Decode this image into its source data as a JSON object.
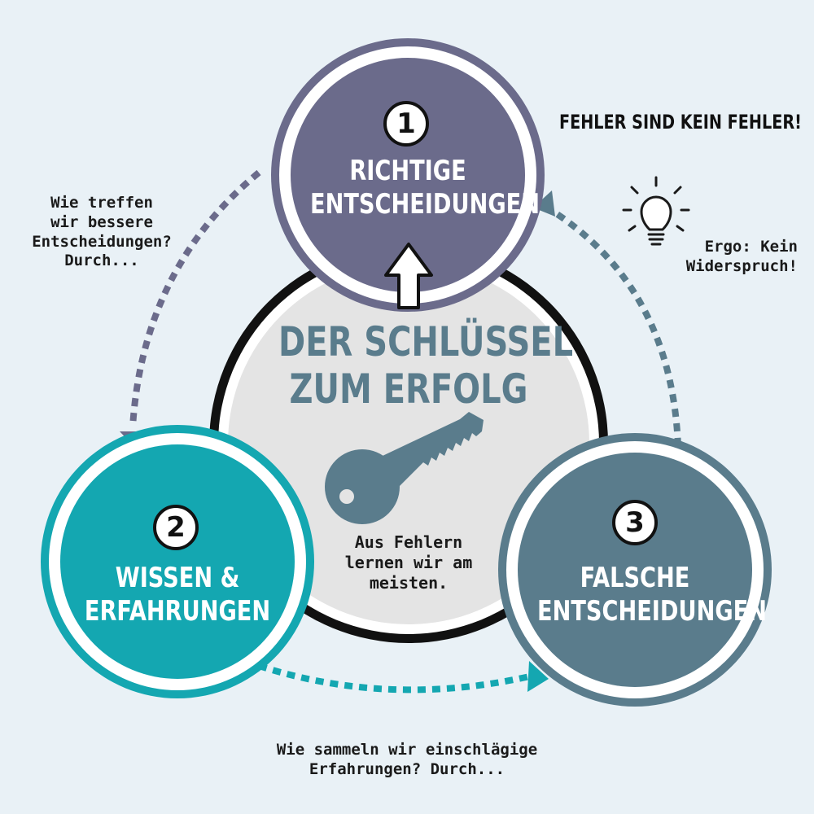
{
  "title": {
    "line1": "DER SCHLÜSSEL",
    "line2": "ZUM ERFOLG"
  },
  "center_note": {
    "line1": "Aus Fehlern",
    "line2": "lernen wir am",
    "line3": "meisten."
  },
  "nodes": [
    {
      "number": "1",
      "line1": "RICHTIGE",
      "line2": "ENTSCHEIDUNGEN",
      "color": "#6b6b8b"
    },
    {
      "number": "2",
      "line1": "WISSEN &",
      "line2": "ERFAHRUNGEN",
      "color": "#14a7b1"
    },
    {
      "number": "3",
      "line1": "FALSCHE",
      "line2": "ENTSCHEIDUNGEN",
      "color": "#5a7c8c"
    }
  ],
  "notes": {
    "top_right": "FEHLER SIND KEIN FEHLER!",
    "right": {
      "line1": "Ergo: Kein",
      "line2": "Widerspruch!"
    },
    "left": {
      "line1": "Wie treffen",
      "line2": "wir bessere",
      "line3": "Entscheidungen?",
      "line4": "Durch..."
    },
    "bottom": {
      "line1": "Wie sammeln wir einschlägige",
      "line2": "Erfahrungen? Durch..."
    }
  },
  "icons": {
    "center": "key-icon",
    "right_note": "lightbulb-icon",
    "up_arrow": "arrow-up-icon"
  },
  "colors": {
    "background": "#e9f1f6",
    "title_text": "#5a7c8c",
    "center_fill": "#e4e4e4"
  }
}
